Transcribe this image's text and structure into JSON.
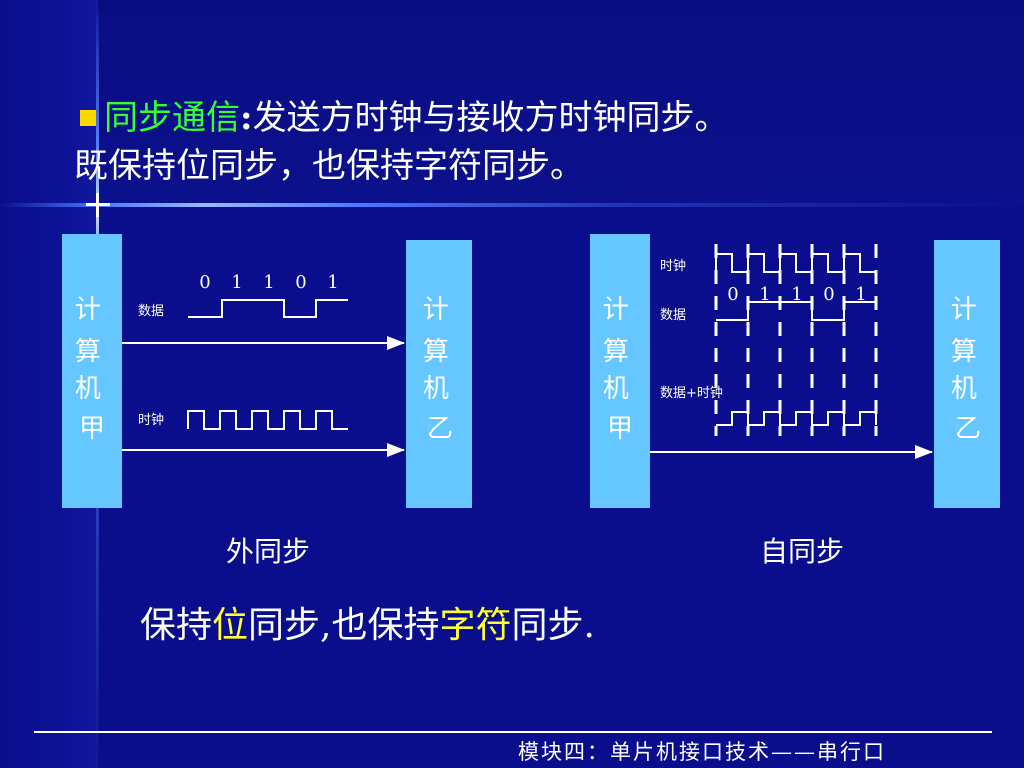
{
  "title": {
    "bullet_color": "#ffd700",
    "term": "同步通信",
    "colon": ":",
    "line1_rest": "发送方时钟与接收方时钟同步。",
    "line2": "既保持位同步，也保持字符同步。"
  },
  "external_sync": {
    "sender": "计\n算\n机\n甲",
    "receiver": "计\n算\n机\n乙",
    "data_label": "数据",
    "clock_label": "时钟",
    "bits": [
      "0",
      "1",
      "1",
      "0",
      "1"
    ],
    "caption": "外同步"
  },
  "self_sync": {
    "sender": "计\n算\n机\n甲",
    "receiver": "计\n算\n机\n乙",
    "clock_label": "时钟",
    "data_label": "数据",
    "combined_label": "数据+时钟",
    "bits": [
      "0",
      "1",
      "1",
      "0",
      "1"
    ],
    "caption": "自同步"
  },
  "summary": {
    "p1": "保持",
    "p2": "位",
    "p3": "同步,也保持",
    "p4": "字符",
    "p5": "同步."
  },
  "footer": "模块四：单片机接口技术——串行口",
  "colors": {
    "background": "#0a0e8c",
    "box": "#66c6ff",
    "line": "#ffffff",
    "accent_green": "#33ff33",
    "accent_yellow": "#ffff33"
  }
}
